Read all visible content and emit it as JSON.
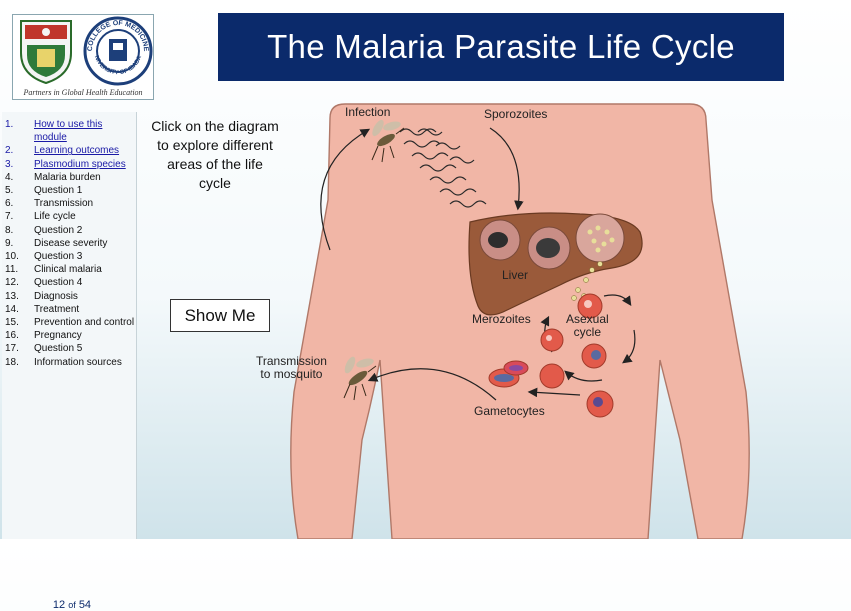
{
  "header": {
    "title": "The Malaria Parasite Life Cycle",
    "tagline": "Partners in Global Health Education",
    "logo_left": {
      "icon": "university-crest-icon"
    },
    "logo_right": {
      "icon": "college-of-medicine-seal-icon",
      "seal_text_top": "COLLEGE OF MEDICINE",
      "seal_text_bottom": "UNIVERSITY OF IBADAN"
    }
  },
  "nav": {
    "items": [
      {
        "num": "1.",
        "label": "How to use this module",
        "link": true
      },
      {
        "num": "2.",
        "label": "Learning outcomes",
        "link": true
      },
      {
        "num": "3.",
        "label": "Plasmodium species",
        "link": true
      },
      {
        "num": "4.",
        "label": "Malaria burden",
        "link": false
      },
      {
        "num": "5.",
        "label": "Question 1",
        "link": false
      },
      {
        "num": "6.",
        "label": "Transmission",
        "link": false
      },
      {
        "num": "7.",
        "label": "Life cycle",
        "link": false
      },
      {
        "num": "8.",
        "label": "Question 2",
        "link": false
      },
      {
        "num": "9.",
        "label": "Disease severity",
        "link": false
      },
      {
        "num": "10.",
        "label": "Question 3",
        "link": false
      },
      {
        "num": "11.",
        "label": "Clinical malaria",
        "link": false
      },
      {
        "num": "12.",
        "label": "Question 4",
        "link": false
      },
      {
        "num": "13.",
        "label": "Diagnosis",
        "link": false
      },
      {
        "num": "14.",
        "label": "Treatment",
        "link": false
      },
      {
        "num": "15.",
        "label": "Prevention and control",
        "link": false
      },
      {
        "num": "16.",
        "label": "Pregnancy",
        "link": false
      },
      {
        "num": "17.",
        "label": "Question 5",
        "link": false
      },
      {
        "num": "18.",
        "label": "Information sources",
        "link": false
      }
    ]
  },
  "page_counter": {
    "current": "12",
    "of": "of",
    "total": "54"
  },
  "main": {
    "instructions": "Click on the diagram to explore different areas of the life cycle",
    "show_me_label": "Show Me",
    "labels": {
      "infection": "Infection",
      "sporozoites": "Sporozoites",
      "liver": "Liver",
      "merozoites": "Merozoites",
      "asexual_line1": "Asexual",
      "asexual_line2": "cycle",
      "transmission_line1": "Transmission",
      "transmission_line2": "to mosquito",
      "gametocytes": "Gametocytes"
    }
  },
  "colors": {
    "title_bg": "#0b2a6b",
    "skin": "#f1b6a6",
    "liver": "#9a5a3a",
    "nav_link": "#1a1aa6"
  }
}
